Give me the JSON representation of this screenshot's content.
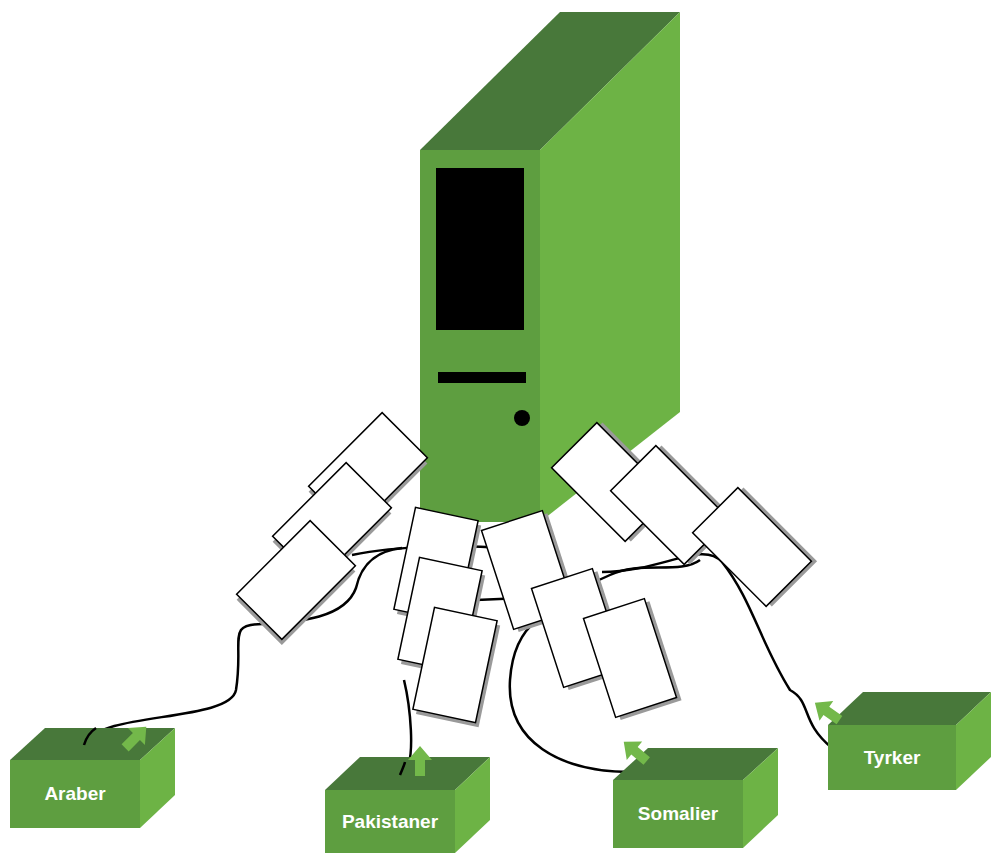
{
  "diagram": {
    "nodes": [
      {
        "text": [
          "Araber"
        ]
      },
      {
        "text": [
          "Pakistaner"
        ]
      },
      {
        "text": [
          "Somalier"
        ]
      },
      {
        "text": [
          "Tyrker"
        ]
      }
    ]
  }
}
